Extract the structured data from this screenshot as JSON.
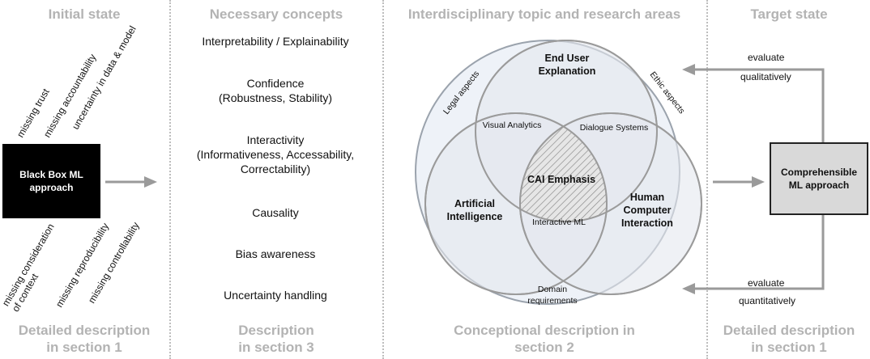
{
  "columns": {
    "initial": {
      "heading": "Initial state",
      "footer": "Detailed description\nin section 1"
    },
    "concepts": {
      "heading": "Necessary concepts",
      "footer": "Description\nin section 3"
    },
    "interdisciplinary": {
      "heading": "Interdisciplinary topic and research areas",
      "footer": "Conceptional description in\nsection 2"
    },
    "target": {
      "heading": "Target state",
      "footer": "Detailed description\nin section 1"
    }
  },
  "initial_state": {
    "top_issues": [
      "missing trust",
      "missing accountability",
      "uncertainty in data & model"
    ],
    "box_label": "Black Box ML\napproach",
    "bottom_issues": [
      "missing consideration\nof context",
      "missing reproducibility",
      "missing controllability"
    ]
  },
  "concepts": [
    "Interpretability / Explainability",
    "Confidence\n(Robustness, Stability)",
    "Interactivity\n(Informativeness, Accessability,\nCorrectability)",
    "Causality",
    "Bias awareness",
    "Uncertainty handling"
  ],
  "venn": {
    "outer_labels": {
      "legal": "Legal aspects",
      "ethic": "Ethic aspects",
      "domain": "Domain\nrequirements"
    },
    "circles": {
      "end_user": "End User\nExplanation",
      "ai": "Artificial\nIntelligence",
      "hci": "Human\nComputer\nInteraction"
    },
    "intersections": {
      "visual_analytics": "Visual Analytics",
      "dialogue_systems": "Dialogue Systems",
      "interactive_ml": "Interactive ML",
      "center": "CAI Emphasis"
    }
  },
  "target_state": {
    "box_label": "Comprehensible\nML approach",
    "top_arrow": {
      "line1": "evaluate",
      "line2": "qualitatively"
    },
    "bottom_arrow": {
      "line1": "evaluate",
      "line2": "quantitatively"
    }
  }
}
